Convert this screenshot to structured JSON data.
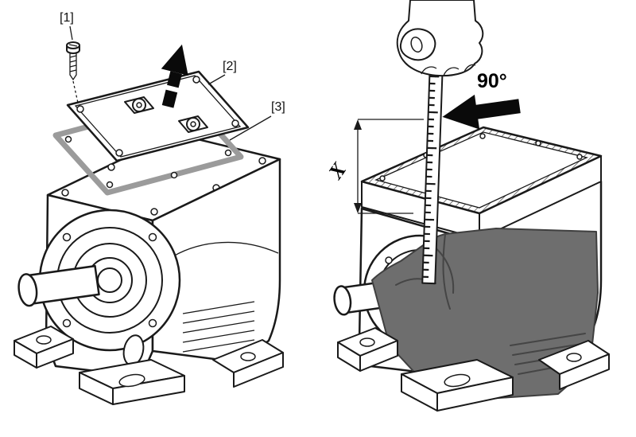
{
  "diagram": {
    "left_panel": {
      "callout_screw": "[1]",
      "callout_cover": "[2]",
      "callout_gasket": "[3]"
    },
    "right_panel": {
      "angle_label": "90°",
      "dimension_label": "X"
    },
    "colors": {
      "line": "#1a1a1a",
      "gasket": "#9b9b9b",
      "oil": "#6e6e6e",
      "arrow": "#0a0a0a"
    }
  }
}
